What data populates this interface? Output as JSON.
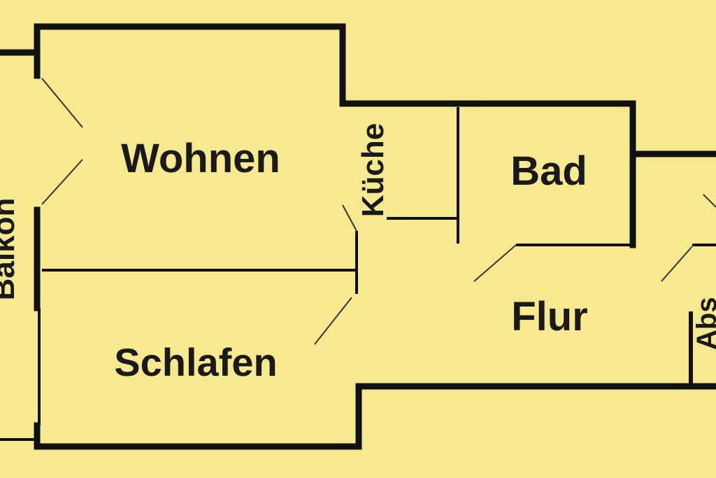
{
  "colors": {
    "background": "#f7e98f",
    "wall": "#111111",
    "door_swing": "#333333"
  },
  "rooms": {
    "wohnen": "Wohnen",
    "kueche": "Küche",
    "bad": "Bad",
    "schlafen": "Schlafen",
    "flur": "Flur",
    "balkon": "Balkon",
    "abstellraum": "Abs"
  }
}
